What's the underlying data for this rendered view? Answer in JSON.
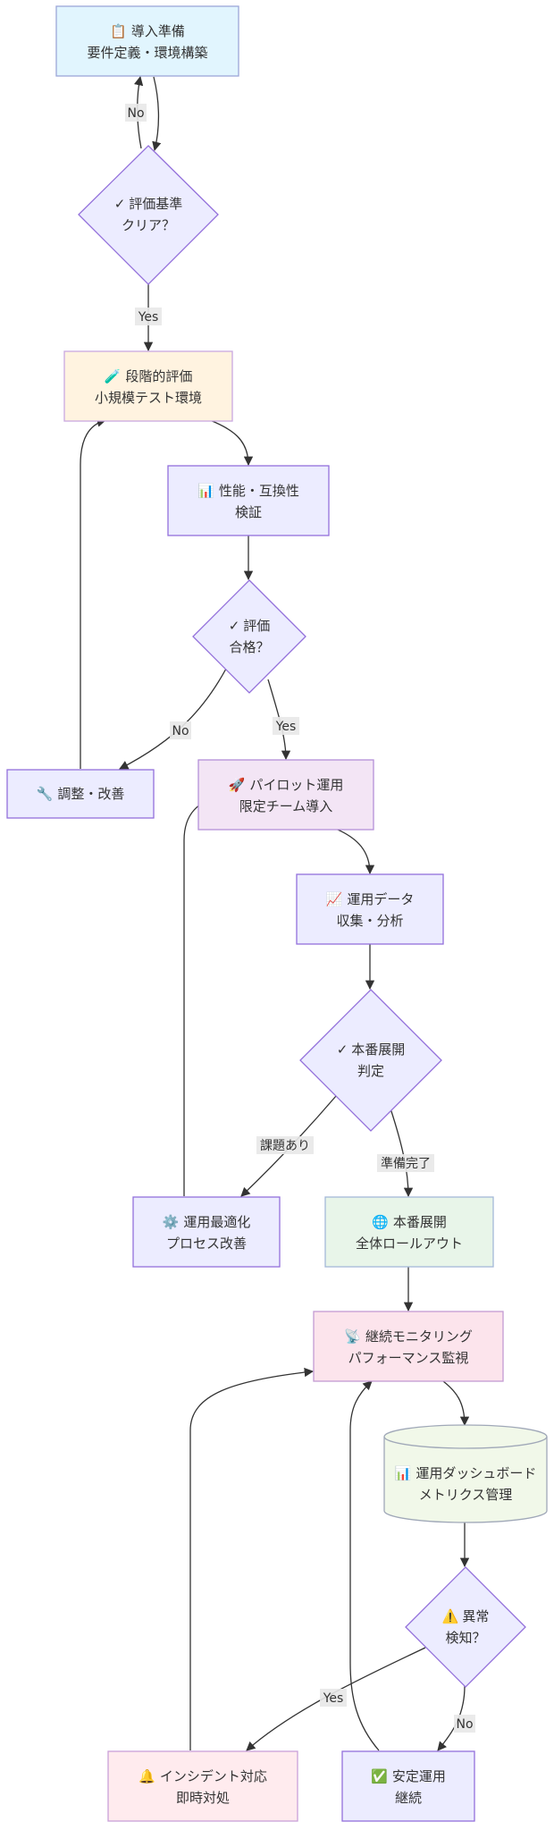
{
  "nodes": {
    "prep": {
      "icon": "📋",
      "line1": "導入準備",
      "line2": "要件定義・環境構築",
      "fill": "#e1f5fe",
      "stroke": "#9ba6d8"
    },
    "criteria": {
      "icon": "✓",
      "line1": "評価基準",
      "line2": "クリア？",
      "fill": "#ececff",
      "stroke": "#9370db"
    },
    "staged": {
      "icon": "🧪",
      "line1": "段階的評価",
      "line2": "小規模テスト環境",
      "fill": "#fff3e0",
      "stroke": "#c9a8e0"
    },
    "perf": {
      "icon": "📊",
      "line1": "性能・互換性",
      "line2": "検証",
      "fill": "#ececff",
      "stroke": "#9370db"
    },
    "pass": {
      "icon": "✓",
      "line1": "評価",
      "line2": "合格？",
      "fill": "#ececff",
      "stroke": "#9370db"
    },
    "adjust": {
      "icon": "🔧",
      "line1": "調整・改善",
      "line2": "",
      "fill": "#ececff",
      "stroke": "#9370db"
    },
    "pilot": {
      "icon": "🚀",
      "line1": "パイロット運用",
      "line2": "限定チーム導入",
      "fill": "#f3e5f5",
      "stroke": "#b48fd8"
    },
    "opsdata": {
      "icon": "📈",
      "line1": "運用データ",
      "line2": "収集・分析",
      "fill": "#ececff",
      "stroke": "#9370db"
    },
    "decide": {
      "icon": "✓",
      "line1": "本番展開",
      "line2": "判定",
      "fill": "#ececff",
      "stroke": "#9370db"
    },
    "optimize": {
      "icon": "⚙️",
      "line1": "運用最適化",
      "line2": "プロセス改善",
      "fill": "#ececff",
      "stroke": "#9370db"
    },
    "rollout": {
      "icon": "🌐",
      "line1": "本番展開",
      "line2": "全体ロールアウト",
      "fill": "#e8f5e9",
      "stroke": "#a4b8d8"
    },
    "monitor": {
      "icon": "📡",
      "line1": "継続モニタリング",
      "line2": "パフォーマンス監視",
      "fill": "#fce4ec",
      "stroke": "#c39bd3"
    },
    "dashboard": {
      "icon": "📊",
      "line1": "運用ダッシュボード",
      "line2": "メトリクス管理",
      "fill": "#f1f8e9",
      "stroke": "#a0a8b8"
    },
    "anomaly": {
      "icon": "⚠️",
      "line1": "異常",
      "line2": "検知？",
      "fill": "#ececff",
      "stroke": "#9370db"
    },
    "incident": {
      "icon": "🔔",
      "line1": "インシデント対応",
      "line2": "即時対処",
      "fill": "#ffebee",
      "stroke": "#c9a0d8"
    },
    "stable": {
      "icon": "✅",
      "line1": "安定運用",
      "line2": "継続",
      "fill": "#ececff",
      "stroke": "#9370db"
    }
  },
  "edge_labels": {
    "criteria_no": "No",
    "criteria_yes": "Yes",
    "pass_no": "No",
    "pass_yes": "Yes",
    "decide_issue": "課題あり",
    "decide_ready": "準備完了",
    "anomaly_yes": "Yes",
    "anomaly_no": "No"
  },
  "colors": {
    "edge": "#333333",
    "decision_fill": "#ececff",
    "decision_stroke": "#9370db",
    "label_bg": "#e8e8e8"
  }
}
